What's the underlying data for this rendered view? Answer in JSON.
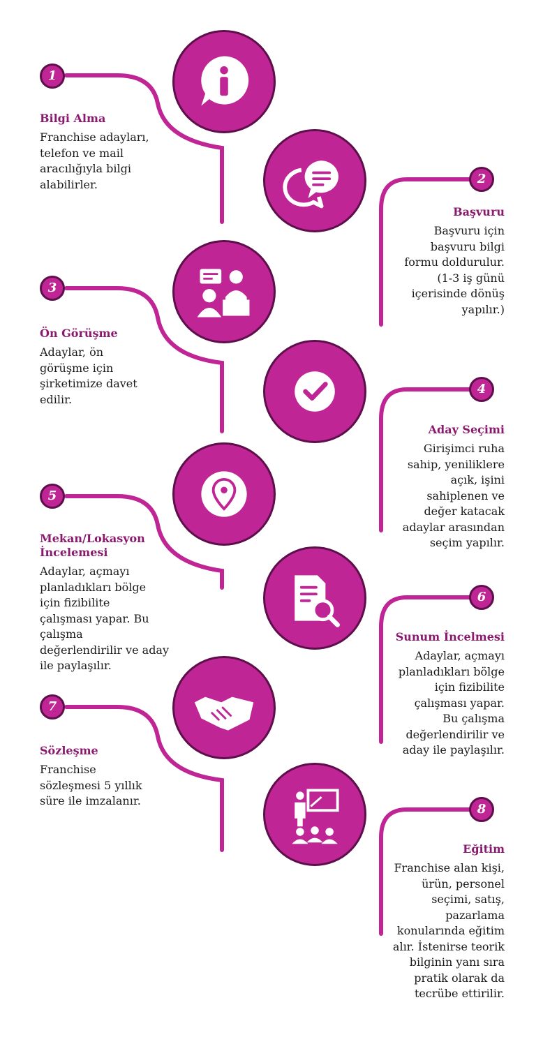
{
  "colors": {
    "accent": "#bf2594",
    "outline": "#5c0f4a",
    "title": "#8a1a6e",
    "text": "#1a1a1a"
  },
  "steps": [
    {
      "number": "1",
      "icon": "info-bubble-icon",
      "title": "Bilgi Alma",
      "desc": "Franchise adayları,\ntelefon ve mail\naracılığıyla bilgi\nalabilirler."
    },
    {
      "number": "2",
      "icon": "chat-bubbles-icon",
      "title": "Başvuru",
      "desc": "Başvuru için\nbaşvuru bilgi\nformu doldurulur.\n(1-3 iş günü\niçerisinde dönüş\nyapılır.)"
    },
    {
      "number": "3",
      "icon": "meeting-icon",
      "title": "Ön Görüşme",
      "desc": "Adaylar, ön\ngörüşme için\nşirketimize davet\nedilir."
    },
    {
      "number": "4",
      "icon": "check-icon",
      "title": "Aday Seçimi",
      "desc": "Girişimci ruha\nsahip, yeniliklere\naçık, işini\nsahiplenen ve\ndeğer katacak\nadaylar arasından\nseçim yapılır."
    },
    {
      "number": "5",
      "icon": "location-pin-icon",
      "title": "Mekan/Lokasyon\nİncelemesi",
      "desc": "Adaylar, açmayı\nplanladıkları bölge\niçin fizibilite\nçalışması yapar. Bu\nçalışma\ndeğerlendirilir ve aday\nile paylaşılır."
    },
    {
      "number": "6",
      "icon": "document-search-icon",
      "title": "Sunum İncelmesi",
      "desc": "Adaylar, açmayı\nplanladıkları bölge\niçin fizibilite\nçalışması yapar.\nBu çalışma\ndeğerlendirilir ve\naday ile paylaşılır."
    },
    {
      "number": "7",
      "icon": "handshake-icon",
      "title": "Sözleşme",
      "desc": "Franchise\nsözleşmesi 5 yıllık\nsüre ile imzalanır."
    },
    {
      "number": "8",
      "icon": "training-icon",
      "title": "Eğitim",
      "desc": "Franchise alan kişi,\nürün, personel\nseçimi, satış,\npazarlama\nkonularında eğitim\nalır. İstenirse teorik\nbilginin yanı sıra\npratik olarak da\ntecrübe ettirilir."
    }
  ]
}
